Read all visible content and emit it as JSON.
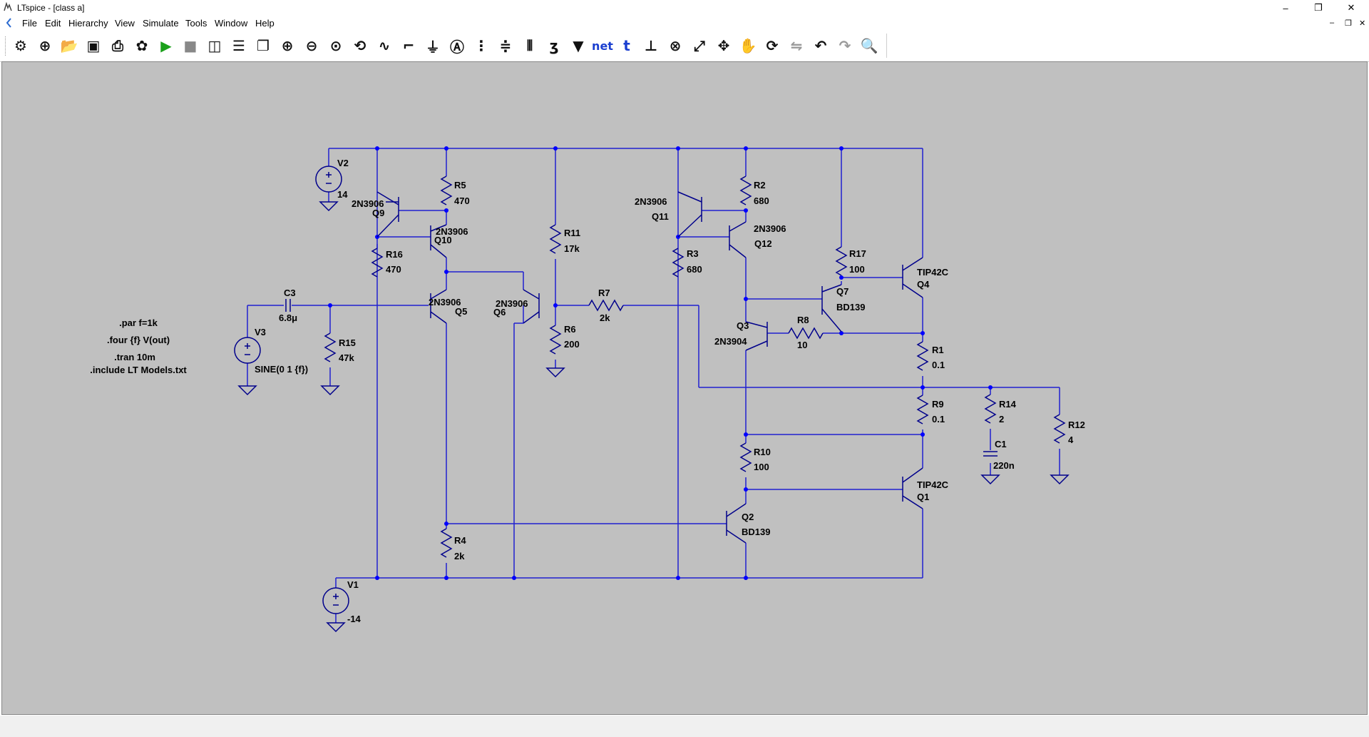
{
  "window": {
    "title": "LTspice - [class a]",
    "minimize_glyph": "–",
    "restore_glyph": "❐",
    "close_glyph": "✕"
  },
  "menu": {
    "items": [
      "File",
      "Edit",
      "Hierarchy",
      "View",
      "Simulate",
      "Tools",
      "Window",
      "Help"
    ],
    "mdi_minimize": "–",
    "mdi_restore": "❐",
    "mdi_close": "✕"
  },
  "toolbar": {
    "buttons": [
      "settings-icon",
      "new-schematic-icon",
      "open-icon",
      "save-icon",
      "print-icon",
      "control-panel-icon",
      "run-icon",
      "halt-icon",
      "tile-vertical-icon",
      "tile-horizontal-icon",
      "cascade-icon",
      "zoom-in-icon",
      "zoom-out-icon",
      "zoom-fit-icon",
      "zoom-back-icon",
      "waveform-icon",
      "wire-icon",
      "ground-icon",
      "label-icon",
      "component-icon",
      "resistor-icon",
      "capacitor-icon",
      "inductor-icon",
      "diode-icon",
      "net-icon",
      "text-icon",
      "spice-directive-icon",
      "delete-icon",
      "duplicate-icon",
      "move-icon",
      "drag-icon",
      "rotate-icon",
      "mirror-icon",
      "undo-icon",
      "redo-icon",
      "find-icon"
    ],
    "net_label": "net",
    "text_label": "t"
  },
  "colors": {
    "wire": "#2020d0",
    "canvas": "#c0c0c0",
    "component": "#00008b",
    "junction": "#0000ff"
  },
  "schematic": {
    "directives": [
      ".par f=1k",
      ".four {f} V(out)",
      ".tran 10m",
      ".include LT Models.txt"
    ],
    "components": [
      {
        "ref": "V2",
        "value": "14"
      },
      {
        "ref": "V1",
        "value": "-14"
      },
      {
        "ref": "V3",
        "value": "SINE(0 1 {f})"
      },
      {
        "ref": "C3",
        "value": "6.8μ"
      },
      {
        "ref": "R15",
        "value": "47k"
      },
      {
        "ref": "R5",
        "value": "470"
      },
      {
        "ref": "R16",
        "value": "470"
      },
      {
        "ref": "R11",
        "value": "17k"
      },
      {
        "ref": "R6",
        "value": "200"
      },
      {
        "ref": "R7",
        "value": "2k"
      },
      {
        "ref": "R2",
        "value": "680"
      },
      {
        "ref": "R3",
        "value": "680"
      },
      {
        "ref": "R17",
        "value": "100"
      },
      {
        "ref": "R8",
        "value": "10"
      },
      {
        "ref": "R1",
        "value": "0.1"
      },
      {
        "ref": "R9",
        "value": "0.1"
      },
      {
        "ref": "R14",
        "value": "2"
      },
      {
        "ref": "R12",
        "value": "4"
      },
      {
        "ref": "R10",
        "value": "100"
      },
      {
        "ref": "R4",
        "value": "2k"
      },
      {
        "ref": "C1",
        "value": "220n"
      },
      {
        "ref": "Q9",
        "value": "2N3906"
      },
      {
        "ref": "Q10",
        "value": "2N3906"
      },
      {
        "ref": "Q5",
        "value": "2N3906"
      },
      {
        "ref": "Q6",
        "value": "2N3906"
      },
      {
        "ref": "Q11",
        "value": "2N3906"
      },
      {
        "ref": "Q12",
        "value": "2N3906"
      },
      {
        "ref": "Q7",
        "value": "BD139"
      },
      {
        "ref": "Q3",
        "value": "2N3904"
      },
      {
        "ref": "Q4",
        "value": "TIP42C"
      },
      {
        "ref": "Q1",
        "value": "TIP42C"
      },
      {
        "ref": "Q2",
        "value": "BD139"
      }
    ]
  }
}
